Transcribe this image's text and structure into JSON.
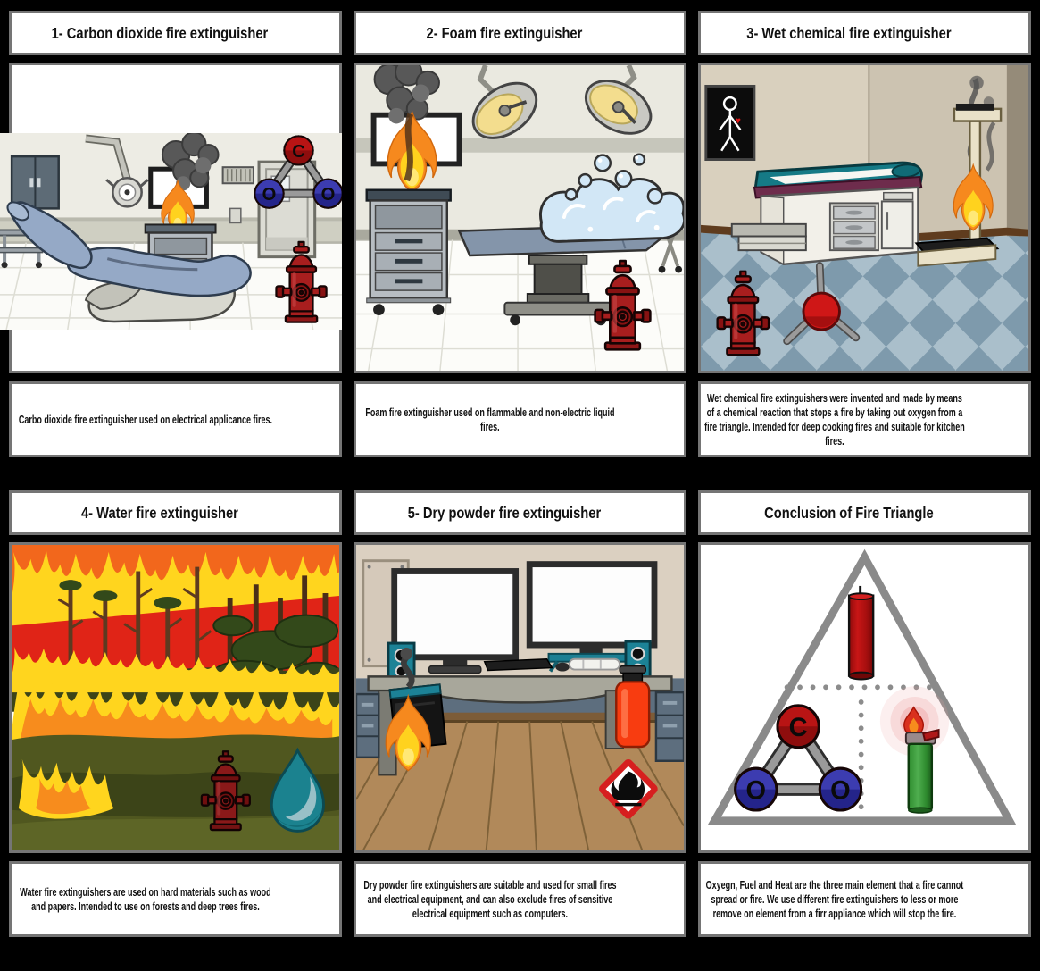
{
  "board": {
    "background": "#000000",
    "panel_border": "#757575",
    "panel_bg": "#ffffff"
  },
  "molecule": {
    "carbon": "C",
    "oxygen": "O"
  },
  "colors": {
    "fire_orange": "#f6891e",
    "fire_yellow": "#ffd21e",
    "hydrant_red": "#a81e1e",
    "molecule_red": "#b81414",
    "molecule_blue": "#3c3cb0",
    "foam_blue": "#d2e7f6",
    "water_teal": "#1b828f",
    "extinguisher_orange": "#f83c10",
    "hazard_red": "#d61f1f",
    "triangle_gray": "#8a8a8a",
    "forest_red": "#e02417",
    "forest_green": "#3c4418"
  },
  "panels": [
    {
      "id": "co2",
      "title": "1- Carbon dioxide fire extinguisher",
      "caption": "Carbo dioxide fire extinguisher used on electrical applicance fires.",
      "scene": "dental-office-fire",
      "objects": [
        "storage-cabinet",
        "side-table",
        "dental-lamp",
        "dental-chair",
        "wall-monitor",
        "smoke",
        "fire",
        "utility-cart",
        "air-vent",
        "light-switch",
        "door",
        "co2-molecule",
        "fire-hydrant"
      ]
    },
    {
      "id": "foam",
      "title": "2- Foam fire extinguisher",
      "caption": "Foam fire extinguisher used on flammable and non-electric liquid fires.",
      "scene": "operating-room-fire",
      "objects": [
        "surgical-lamp-left",
        "surgical-lamp-right",
        "wall-monitor",
        "smoke",
        "fire",
        "medical-cart",
        "operating-table",
        "foam-bubbles",
        "stretcher",
        "fire-hydrant"
      ]
    },
    {
      "id": "wet-chemical",
      "title": "3- Wet chemical fire extinguisher",
      "caption": "Wet chemical fire extinguishers were invented and made by means of a chemical reaction that stops a fire by taking out oxygen from a fire triangle. Intended for deep cooking fires and suitable for kitchen fires.",
      "scene": "exam-room-fire",
      "objects": [
        "xray-poster",
        "exam-table",
        "step-stool",
        "weighing-scale",
        "smoke",
        "fire",
        "fire-hydrant",
        "tripod-stool",
        "checkered-floor"
      ]
    },
    {
      "id": "water",
      "title": "4- Water fire extinguisher",
      "caption": "Water fire extinguishers are used on hard materials such as wood and papers. Intended to use on forests and deep trees fires.",
      "scene": "forest-fire",
      "objects": [
        "burning-sky",
        "pine-trees",
        "flame-bands",
        "ground-hills",
        "small-fire",
        "fire-hydrant",
        "water-drop"
      ]
    },
    {
      "id": "dry-powder",
      "title": "5- Dry powder fire extinguisher",
      "caption": "Dry powder fire extinguishers are suitable and used for small fires and electrical equipment, and can also exclude fires of sensitive electrical equipment such as computers.",
      "scene": "computer-desk-fire",
      "objects": [
        "wall-panel",
        "monitor-left",
        "monitor-right",
        "speaker-left",
        "speaker-right",
        "keyboard",
        "mouse",
        "paper-roll",
        "desk",
        "file-cabinet-left",
        "file-cabinet-right",
        "pc-tower",
        "smoke",
        "fire",
        "fire-extinguisher",
        "flammable-hazard-sign"
      ]
    },
    {
      "id": "conclusion",
      "title": "Conclusion of Fire Triangle",
      "caption": "Oxyegn, Fuel and Heat are the three main element that a fire cannot spread or fire. We use different fire extinguishers to less or more remove on element from a firr appliance which will stop the fire.",
      "scene": "fire-triangle",
      "objects": [
        "triangle-outline",
        "dotted-dividers",
        "candle-fuel",
        "co2-molecule-oxygen",
        "lighter-heat"
      ]
    }
  ]
}
